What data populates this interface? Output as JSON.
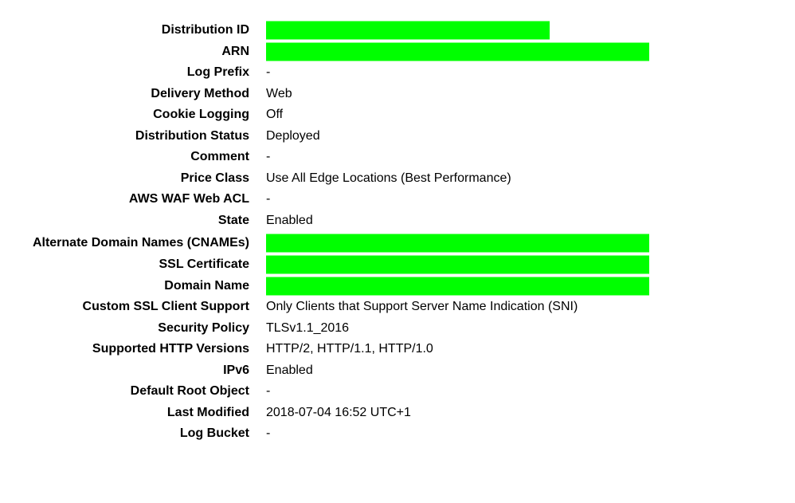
{
  "fields": [
    {
      "label": "Distribution ID",
      "value": "",
      "redacted": true
    },
    {
      "label": "ARN",
      "value": "",
      "redacted": true
    },
    {
      "label": "Log Prefix",
      "value": "-"
    },
    {
      "label": "Delivery Method",
      "value": "Web"
    },
    {
      "label": "Cookie Logging",
      "value": "Off"
    },
    {
      "label": "Distribution Status",
      "value": "Deployed"
    },
    {
      "label": "Comment",
      "value": "-"
    },
    {
      "label": "Price Class",
      "value": "Use All Edge Locations (Best Performance)"
    },
    {
      "label": "AWS WAF Web ACL",
      "value": "-"
    },
    {
      "label": "State",
      "value": "Enabled"
    },
    {
      "label": "Alternate Domain Names (CNAMEs)",
      "value": "",
      "redacted": true
    },
    {
      "label": "SSL Certificate",
      "value": "",
      "redacted": true
    },
    {
      "label": "Domain Name",
      "value": "",
      "redacted": true
    },
    {
      "label": "Custom SSL Client Support",
      "value": "Only Clients that Support Server Name Indication (SNI)"
    },
    {
      "label": "Security Policy",
      "value": "TLSv1.1_2016"
    },
    {
      "label": "Supported HTTP Versions",
      "value": "HTTP/2, HTTP/1.1, HTTP/1.0"
    },
    {
      "label": "IPv6",
      "value": "Enabled"
    },
    {
      "label": "Default Root Object",
      "value": "-"
    },
    {
      "label": "Last Modified",
      "value": "2018-07-04 16:52 UTC+1"
    },
    {
      "label": "Log Bucket",
      "value": "-"
    }
  ],
  "colors": {
    "redaction": "#00ff00",
    "text": "#000000",
    "background": "#ffffff"
  }
}
